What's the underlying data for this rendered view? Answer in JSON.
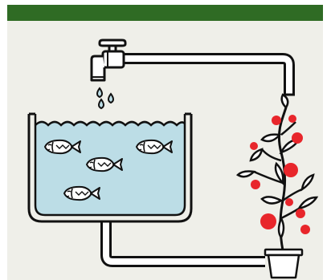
{
  "colors": {
    "banner": "#2f6b24",
    "background": "#efefe9",
    "water": "#bcdde6",
    "outline": "#111111",
    "fruit": "#e8262b"
  },
  "figure": {
    "icons": [
      "faucet-icon",
      "water-drop-icon",
      "fish-tank-icon",
      "fish-icon",
      "pipe-icon",
      "tomato-plant-icon",
      "flower-pot-icon"
    ],
    "fish_count": 4,
    "water_drop_count": 3,
    "fruit_count": 10
  }
}
